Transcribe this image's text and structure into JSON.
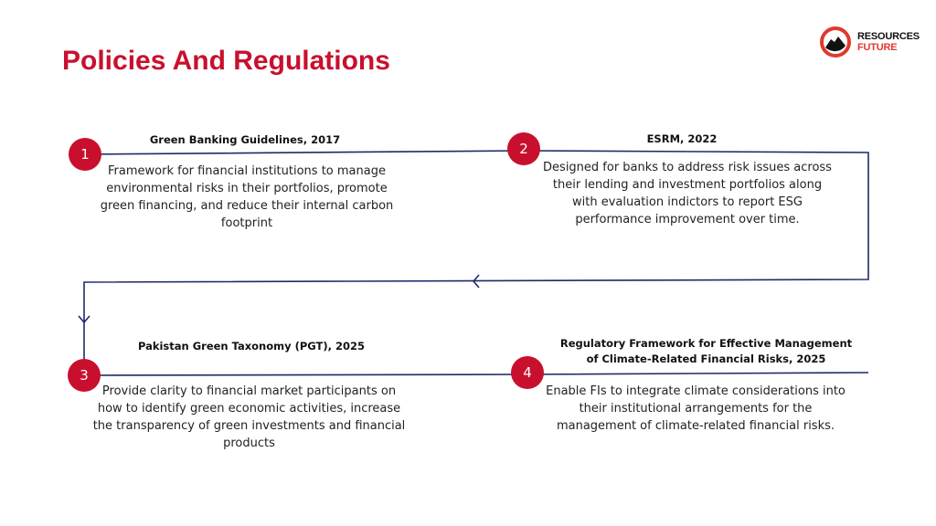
{
  "title": "Policies And Regulations",
  "logo": {
    "line1": "RESOURCES",
    "line2": "FUTURE"
  },
  "colors": {
    "accent": "#c8102e",
    "line": "#1f2a6b"
  },
  "steps": [
    {
      "number": "1",
      "heading": "Green Banking Guidelines, 2017",
      "description": "Framework for financial institutions to manage environmental risks in their portfolios, promote green financing, and reduce their internal carbon footprint"
    },
    {
      "number": "2",
      "heading": "ESRM, 2022",
      "description": "Designed for banks to address risk issues across their lending and investment portfolios along with evaluation indictors to report ESG performance improvement over time."
    },
    {
      "number": "3",
      "heading": "Pakistan Green Taxonomy (PGT), 2025",
      "description": "Provide clarity to financial market participants on how to identify green economic activities, increase the transparency of green investments and financial products"
    },
    {
      "number": "4",
      "heading": "Regulatory Framework for Effective Management of Climate-Related Financial Risks, 2025",
      "description": "Enable FIs to integrate climate considerations into their institutional arrangements for the management of climate-related financial risks."
    }
  ]
}
